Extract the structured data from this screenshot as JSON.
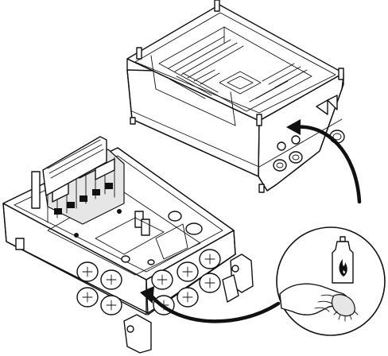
{
  "figure": {
    "kind": "technical-assembly-illustration",
    "colors": {
      "line": "#111111",
      "background": "#ffffff",
      "shade": "#e6e6e6"
    },
    "icons": [
      "enclosure-box",
      "terminal-housing",
      "cleaning-arrow",
      "cleaning-callout",
      "solvent-bottle",
      "flammable-icon",
      "hand-with-cloth"
    ]
  }
}
